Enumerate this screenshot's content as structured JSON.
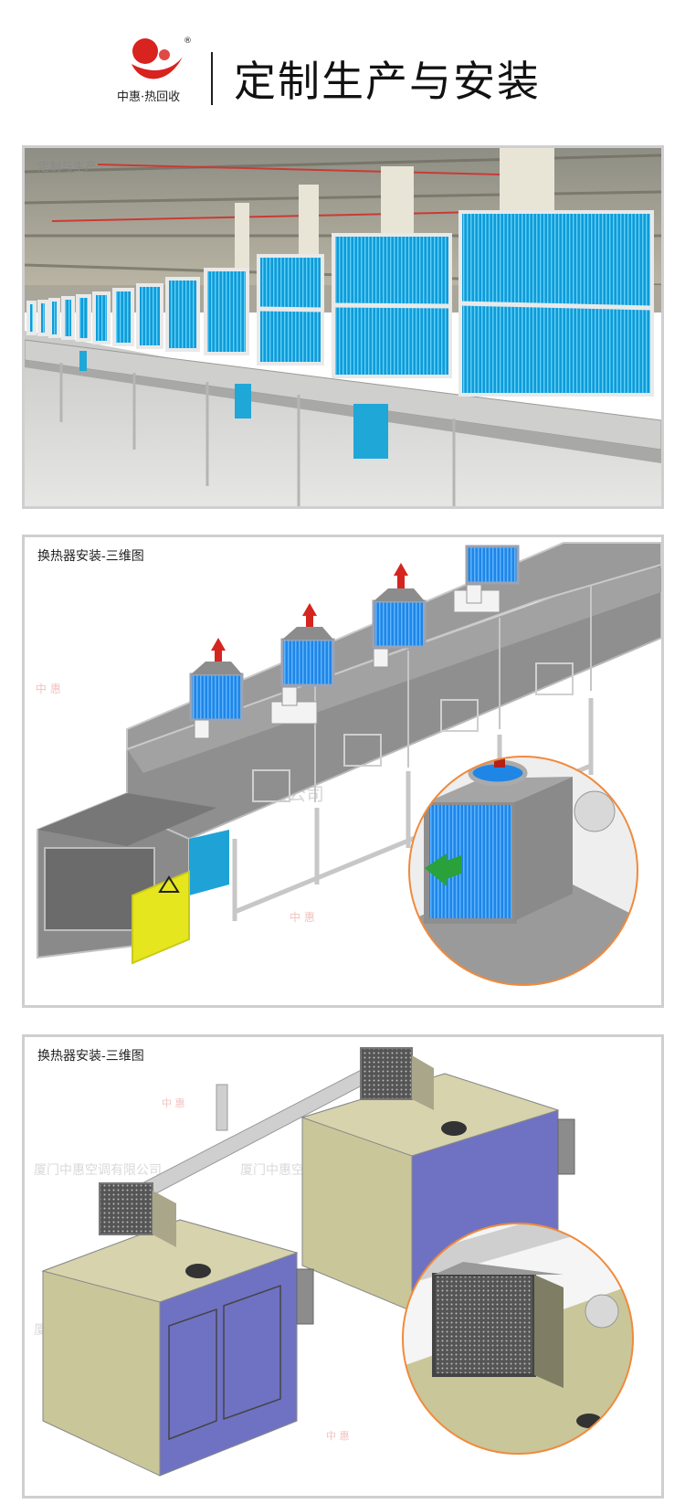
{
  "header": {
    "logo_text": "中惠·热回收",
    "logo_reg": "®",
    "title": "定制生产与安装"
  },
  "panels": [
    {
      "caption": "定制与生产"
    },
    {
      "caption": "换热器安装-三维图"
    },
    {
      "caption": "换热器安装-三维图"
    }
  ],
  "watermarks": {
    "company": "厦门中惠空调有限公司",
    "brand": "中 惠"
  },
  "colors": {
    "brand_red": "#d8231f",
    "coil_blue": "#1da3e0",
    "machine_gray": "#8e8e8e",
    "box_olive": "#c9c69a",
    "door_blue": "#6f72c2",
    "panel_yellow": "#e6e61f",
    "callout_orange": "#f08a3c"
  }
}
